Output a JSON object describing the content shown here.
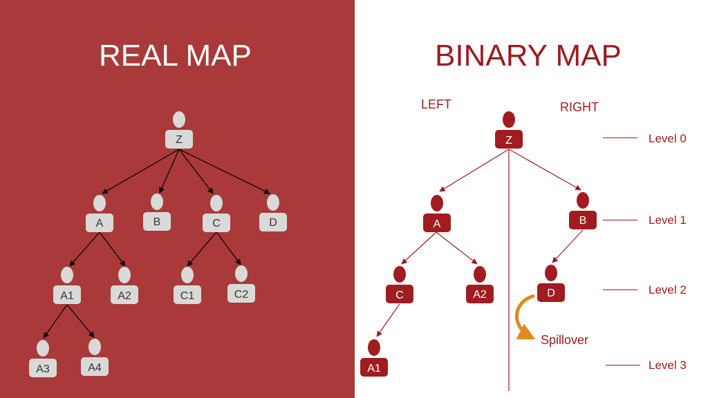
{
  "left": {
    "title": "REAL MAP",
    "nodes": {
      "z": "Z",
      "a": "A",
      "b": "B",
      "c": "C",
      "d": "D",
      "a1": "A1",
      "a2": "A2",
      "c1": "C1",
      "c2": "C2",
      "a3": "A3",
      "a4": "A4"
    }
  },
  "right": {
    "title": "BINARY MAP",
    "side_left": "LEFT",
    "side_right": "RIGHT",
    "nodes": {
      "z": "Z",
      "a": "A",
      "b": "B",
      "c": "C",
      "a2": "A2",
      "d": "D",
      "a1": "A1"
    },
    "levels": [
      "Level 0",
      "Level 1",
      "Level 2",
      "Level 3"
    ],
    "spillover": "Spillover"
  },
  "colors": {
    "left_bg": "#a93a39",
    "node_real": "#d9d9d9",
    "node_binary": "#a01c20",
    "accent_red": "#9b1b20",
    "spill_arrow": "#e08a1e"
  }
}
